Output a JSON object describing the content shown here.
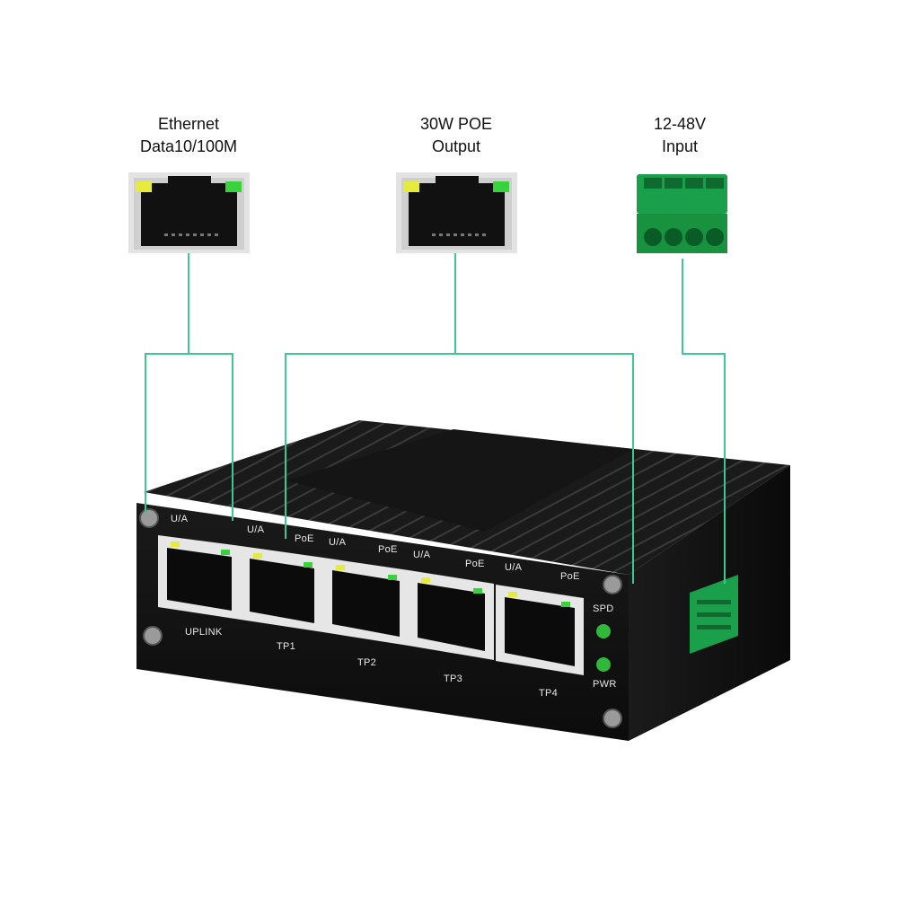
{
  "callouts": {
    "ethernet": {
      "line1": "Ethernet",
      "line2": "Data10/100M"
    },
    "poe": {
      "line1": "30W POE",
      "line2": "Output"
    },
    "power": {
      "line1": "12-48V",
      "line2": "Input"
    }
  },
  "device": {
    "port_labels": {
      "uplink": "UPLINK",
      "tp1": "TP1",
      "tp2": "TP2",
      "tp3": "TP3",
      "tp4": "TP4"
    },
    "led_labels": {
      "ua": "U/A",
      "poe": "PoE",
      "spd": "SPD",
      "pwr": "PWR"
    }
  },
  "colors": {
    "connector_line": "#3cc894",
    "terminal_green": "#1aa04a",
    "led_green": "#39d23c",
    "led_yellow": "#e6ea3a",
    "housing": "#111111"
  }
}
